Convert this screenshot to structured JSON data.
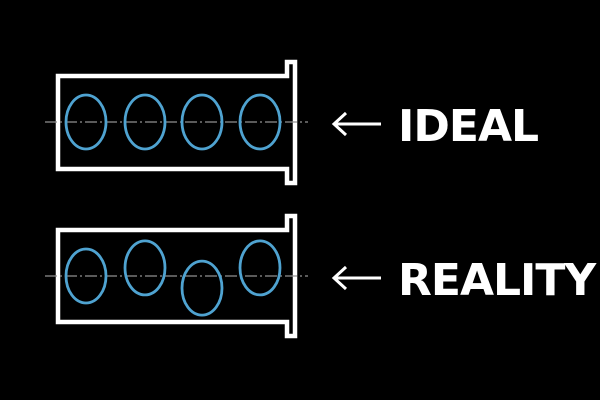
{
  "colors": {
    "background": "#000000",
    "outline": "#ffffff",
    "circle": "#4fa3d1",
    "centerline": "#8f8f8f"
  },
  "rows": [
    {
      "label": "IDEAL",
      "circles": [
        {
          "offset": 0
        },
        {
          "offset": 0
        },
        {
          "offset": 0
        },
        {
          "offset": 0
        }
      ]
    },
    {
      "label": "REALITY",
      "circles": [
        {
          "offset": 0
        },
        {
          "offset": -0.3
        },
        {
          "offset": 0.45
        },
        {
          "offset": -0.3
        }
      ]
    }
  ]
}
